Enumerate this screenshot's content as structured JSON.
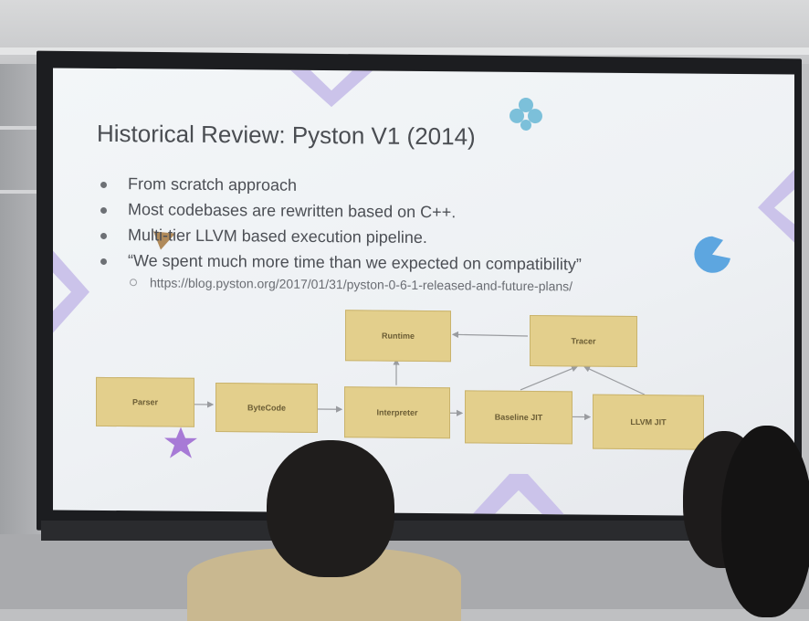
{
  "slide": {
    "title": "Historical Review: Pyston V1 (2014)",
    "bullets": [
      "From scratch approach",
      "Most codebases are rewritten based on C++.",
      "Multi-tier LLVM based execution pipeline.",
      "“We spent much more time than we expected on compatibility”"
    ],
    "sub_bullet": "https://blog.pyston.org/2017/01/31/pyston-0-6-1-released-and-future-plans/",
    "diagram": {
      "runtime": "Runtime",
      "tracer": "Tracer",
      "parser": "Parser",
      "bytecode": "ByteCode",
      "interpreter": "Interpreter",
      "baseline_jit": "Baseline JIT",
      "llvm_jit": "LLVM JIT"
    }
  },
  "colors": {
    "node_fill": "#e3cf8c",
    "accent_purple": "#b7a7e0",
    "accent_blue": "#6fb3e0"
  }
}
